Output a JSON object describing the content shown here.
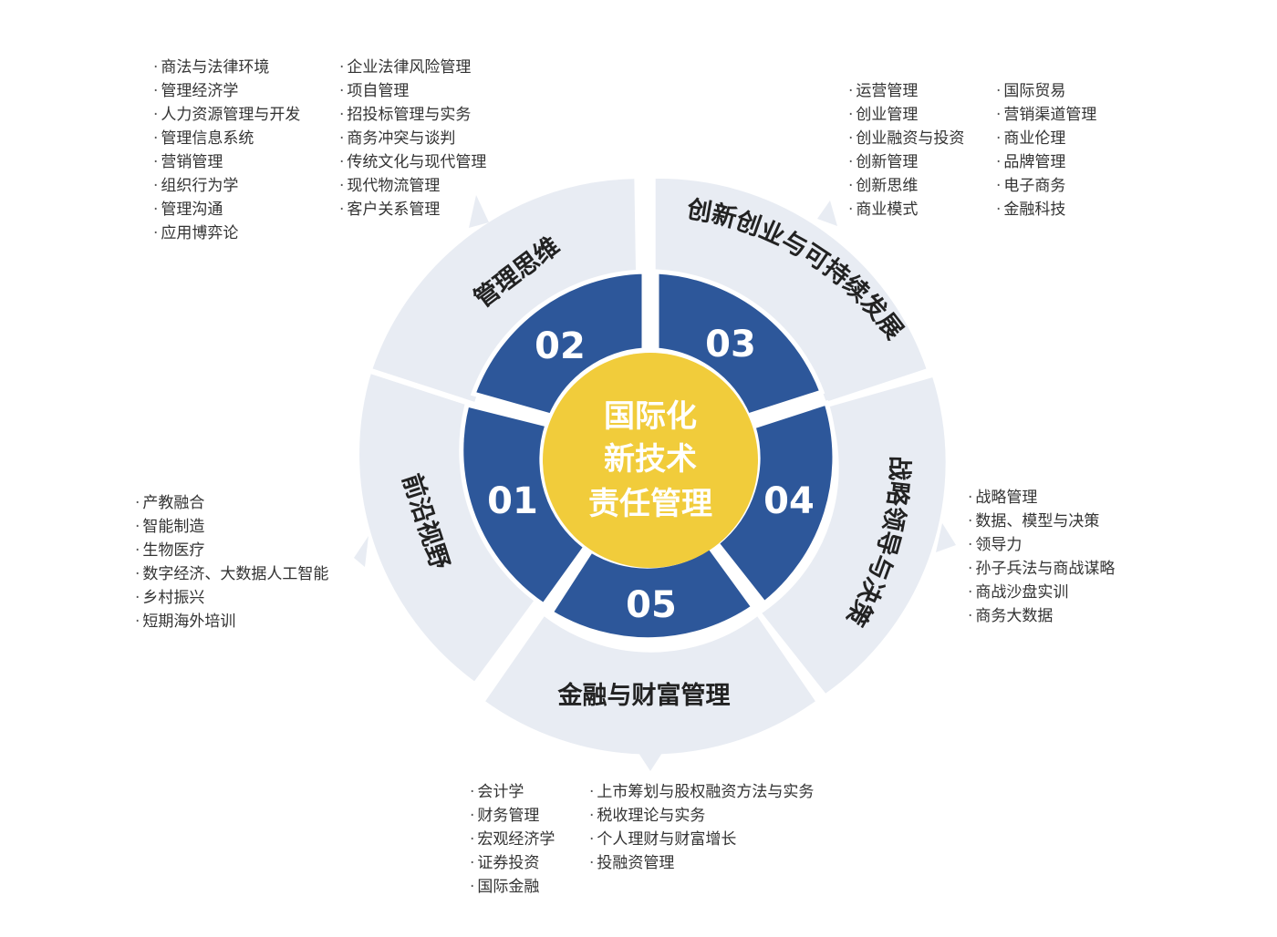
{
  "colors": {
    "outer_ring": "#e8ecf3",
    "inner_ring": "#2d579a",
    "center": "#f1cc3b",
    "center_text": "#ffffff",
    "segment_title": "#222222",
    "list_text": "#333333"
  },
  "center": {
    "line1": "国际化",
    "line2": "新技术",
    "line3": "责任管理"
  },
  "segments": [
    {
      "number": "01",
      "title": "前沿视野"
    },
    {
      "number": "02",
      "title": "管理思维"
    },
    {
      "number": "03",
      "title": "创新创业与可持续发展"
    },
    {
      "number": "04",
      "title": "战略领导与决策"
    },
    {
      "number": "05",
      "title": "金融与财富管理"
    }
  ],
  "lists": {
    "management_left": [
      "商法与法律环境",
      "管理经济学",
      "人力资源管理与开发",
      "管理信息系统",
      "营销管理",
      "组织行为学",
      "管理沟通",
      "应用博弈论"
    ],
    "management_right": [
      "企业法律风险管理",
      "项自管理",
      "招投标管理与实务",
      "商务冲突与谈判",
      "传统文化与现代管理",
      "现代物流管理",
      "客户关系管理"
    ],
    "innovation_left": [
      "运营管理",
      "创业管理",
      "创业融资与投资",
      "创新管理",
      "创新思维",
      "商业模式"
    ],
    "innovation_right": [
      "国际贸易",
      "营销渠道管理",
      "商业伦理",
      "品牌管理",
      "电子商务",
      "金融科技"
    ],
    "frontier": [
      "产教融合",
      "智能制造",
      "生物医疗",
      "数字经济、大数据人工智能",
      "乡村振兴",
      "短期海外培训"
    ],
    "strategy": [
      "战略管理",
      "数据、模型与决策",
      "领导力",
      "孙子兵法与商战谋略",
      "商战沙盘实训",
      "商务大数据"
    ],
    "finance_left": [
      "会计学",
      "财务管理",
      "宏观经济学",
      "证券投资",
      "国际金融"
    ],
    "finance_right": [
      "上市筹划与股权融资方法与实务",
      "税收理论与实务",
      "个人理财与财富增长",
      "投融资管理"
    ]
  }
}
